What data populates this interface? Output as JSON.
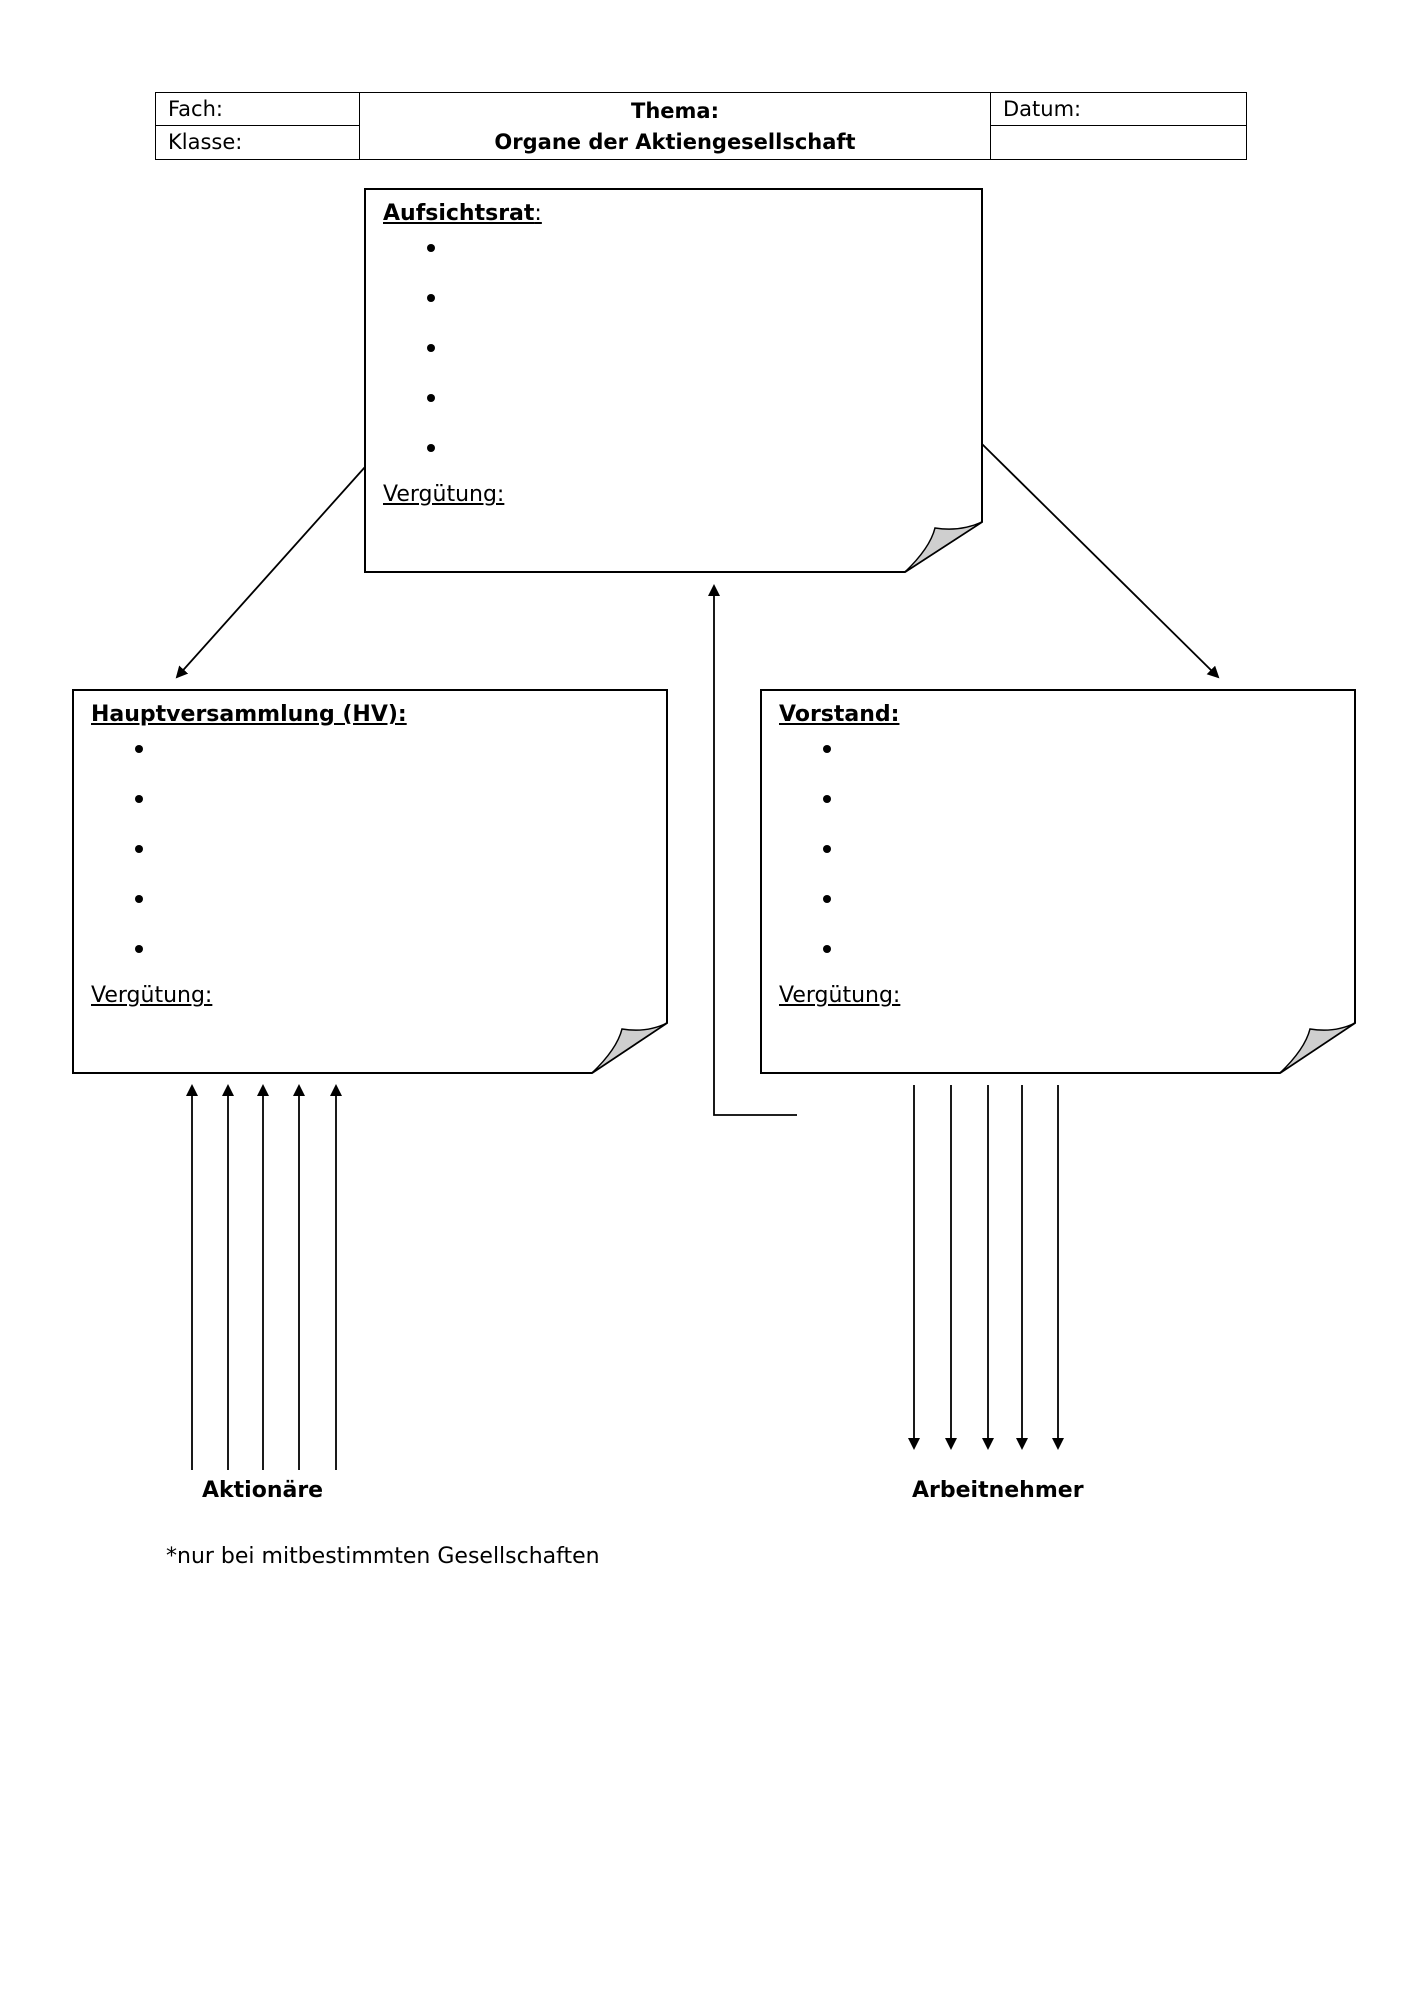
{
  "header": {
    "fach_label": "Fach:",
    "klasse_label": "Klasse:",
    "thema_label": "Thema:",
    "thema_title": "Organe der Aktiengesellschaft",
    "datum_label": "Datum:"
  },
  "boxes": {
    "aufsichtsrat": {
      "title": "Aufsichtsrat",
      "verguetung": "Vergütung:"
    },
    "hauptversammlung": {
      "title": "Hauptversammlung (HV):",
      "verguetung": "Vergütung:"
    },
    "vorstand": {
      "title": "Vorstand:",
      "verguetung": "Vergütung:"
    }
  },
  "labels": {
    "aktionaere": "Aktionäre",
    "arbeitnehmer": "Arbeitnehmer"
  },
  "footnote": "*nur bei mitbestimmten Gesellschaften"
}
